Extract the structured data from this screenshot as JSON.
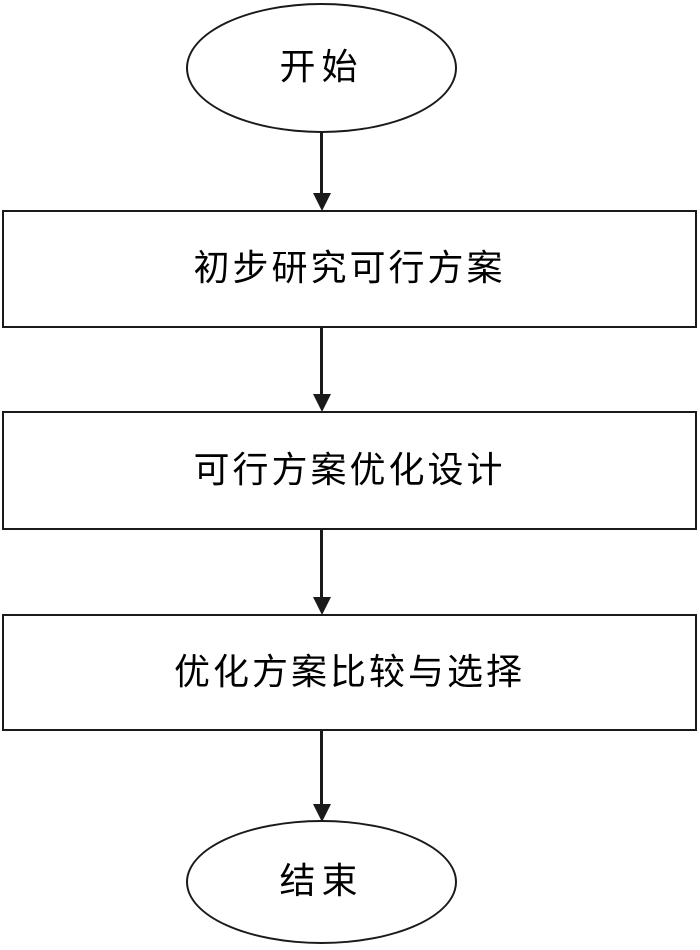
{
  "diagram": {
    "title": "",
    "type": "flowchart",
    "orientation": "vertical",
    "background_color": "#ffffff",
    "stroke_color": "#1a1a1a",
    "text_color": "#000000",
    "nodes": [
      {
        "id": "start",
        "shape": "ellipse",
        "label": "开始"
      },
      {
        "id": "step_1",
        "shape": "rectangle",
        "label": "初步研究可行方案"
      },
      {
        "id": "step_2",
        "shape": "rectangle",
        "label": "可行方案优化设计"
      },
      {
        "id": "step_3",
        "shape": "rectangle",
        "label": "优化方案比较与选择"
      },
      {
        "id": "end",
        "shape": "ellipse",
        "label": "结束"
      }
    ],
    "edges": [
      {
        "id": "edge_1",
        "from": "start",
        "to": "step_1",
        "label": "",
        "arrowhead": "solid-triangle"
      },
      {
        "id": "edge_2",
        "from": "step_1",
        "to": "step_2",
        "label": "",
        "arrowhead": "solid-triangle"
      },
      {
        "id": "edge_3",
        "from": "step_2",
        "to": "step_3",
        "label": "",
        "arrowhead": "solid-triangle"
      },
      {
        "id": "edge_4",
        "from": "step_3",
        "to": "end",
        "label": "",
        "arrowhead": "solid-triangle"
      }
    ]
  }
}
